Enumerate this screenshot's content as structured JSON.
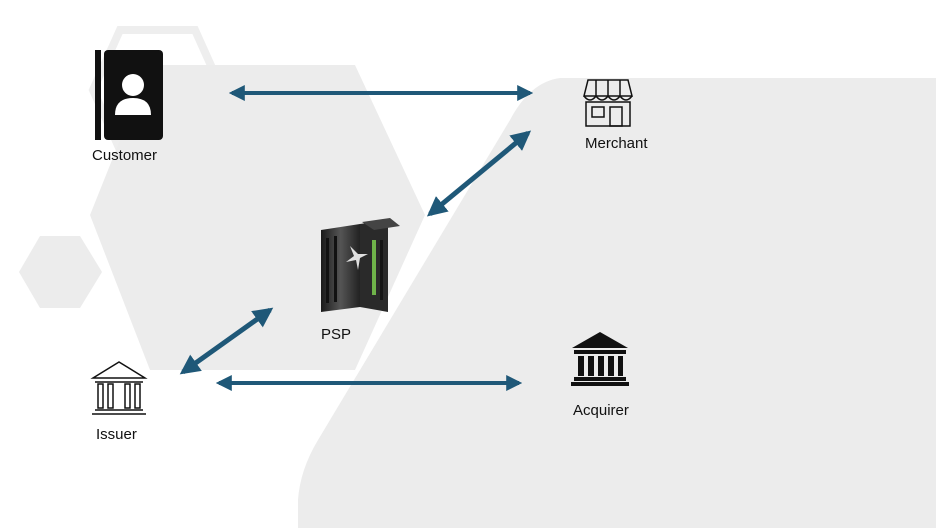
{
  "diagram": {
    "nodes": [
      {
        "id": "customer",
        "label": "Customer",
        "icon": "customer-contact-card-icon"
      },
      {
        "id": "merchant",
        "label": "Merchant",
        "icon": "storefront-icon"
      },
      {
        "id": "psp",
        "label": "PSP",
        "icon": "server-rack-icon"
      },
      {
        "id": "issuer",
        "label": "Issuer",
        "icon": "bank-outline-icon"
      },
      {
        "id": "acquirer",
        "label": "Acquirer",
        "icon": "bank-filled-icon"
      }
    ],
    "edges": [
      {
        "from": "customer",
        "to": "merchant",
        "direction": "bidirectional"
      },
      {
        "from": "merchant",
        "to": "psp",
        "direction": "bidirectional"
      },
      {
        "from": "psp",
        "to": "issuer",
        "direction": "bidirectional"
      },
      {
        "from": "issuer",
        "to": "acquirer",
        "direction": "bidirectional"
      }
    ]
  },
  "colors": {
    "arrow": "#1f5878",
    "background_shape": "#ececec",
    "icon": "#111111"
  }
}
